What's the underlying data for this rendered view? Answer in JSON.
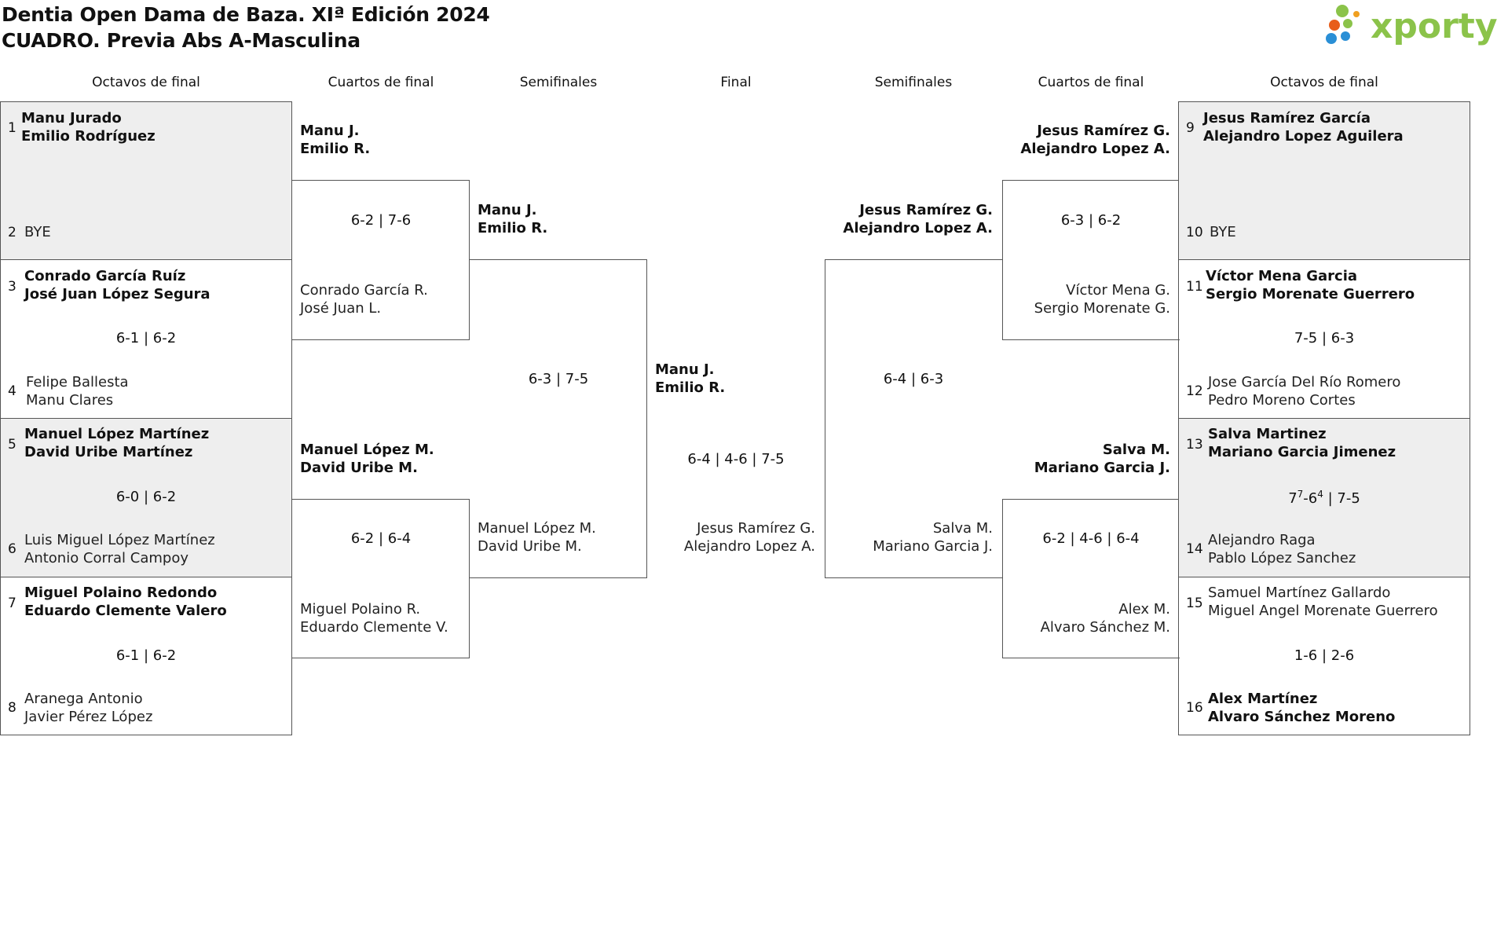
{
  "header": {
    "title_line1": "Dentia Open Dama de Baza. XIª Edición 2024",
    "title_line2": "CUADRO. Previa Abs A-Masculina"
  },
  "logo": {
    "text": "xporty",
    "colors": [
      "#8bc34a",
      "#e85d1a",
      "#2a8fd6",
      "#f0a020"
    ]
  },
  "rounds": {
    "left_r16": "Octavos de final",
    "left_qf": "Cuartos de final",
    "left_sf": "Semifinales",
    "final": "Final",
    "right_sf": "Semifinales",
    "right_qf": "Cuartos de final",
    "right_r16": "Octavos de final"
  },
  "left_r16": [
    {
      "seed": "1",
      "p1": "Manu Jurado",
      "p2": "Emilio Rodríguez"
    },
    {
      "seed": "2",
      "p1": "BYE",
      "p2": ""
    },
    {
      "seed": "3",
      "p1": "Conrado García Ruíz",
      "p2": "José Juan López Segura"
    },
    {
      "seed": "4",
      "p1": "Felipe Ballesta",
      "p2": "Manu Clares"
    },
    {
      "seed": "5",
      "p1": "Manuel López Martínez",
      "p2": "David Uribe Martínez"
    },
    {
      "seed": "6",
      "p1": "Luis Miguel López Martínez",
      "p2": "Antonio Corral Campoy"
    },
    {
      "seed": "7",
      "p1": "Miguel Polaino Redondo",
      "p2": "Eduardo Clemente Valero"
    },
    {
      "seed": "8",
      "p1": "Aranega Antonio",
      "p2": "Javier Pérez López"
    }
  ],
  "left_r16_scores": [
    "6-1 | 6-2",
    "6-0 | 6-2",
    "6-1 | 6-2"
  ],
  "left_qf": [
    {
      "p1": "Manu J.",
      "p2": "Emilio R."
    },
    {
      "p1": "Conrado García R.",
      "p2": "José Juan L."
    },
    {
      "p1": "Manuel López M.",
      "p2": "David Uribe M."
    },
    {
      "p1": "Miguel Polaino R.",
      "p2": "Eduardo Clemente V."
    }
  ],
  "left_qf_scores": [
    "6-2 | 7-6",
    "6-2 | 6-4"
  ],
  "left_sf": [
    {
      "p1": "Manu J.",
      "p2": "Emilio R."
    },
    {
      "p1": "Manuel López M.",
      "p2": "David Uribe M."
    }
  ],
  "left_sf_score": "6-3 | 7-5",
  "final": {
    "p1": "Manu J.",
    "p2": "Emilio R.",
    "score": "6-4 | 4-6 | 7-5",
    "q1": "Jesus Ramírez G.",
    "q2": "Alejandro Lopez A."
  },
  "right_sf": [
    {
      "p1": "Jesus Ramírez G.",
      "p2": "Alejandro Lopez A."
    },
    {
      "p1": "Salva M.",
      "p2": "Mariano Garcia J."
    }
  ],
  "right_sf_score": "6-4 | 6-3",
  "right_qf": [
    {
      "p1": "Jesus Ramírez G.",
      "p2": "Alejandro Lopez A."
    },
    {
      "p1": "Víctor Mena G.",
      "p2": "Sergio Morenate G."
    },
    {
      "p1": "Salva M.",
      "p2": "Mariano Garcia J."
    },
    {
      "p1": "Alex M.",
      "p2": "Alvaro Sánchez M."
    }
  ],
  "right_qf_scores": [
    "6-3 | 6-2",
    "6-2 | 4-6 | 6-4"
  ],
  "right_r16": [
    {
      "seed": "9",
      "p1": "Jesus Ramírez García",
      "p2": "Alejandro Lopez Aguilera"
    },
    {
      "seed": "10",
      "p1": "BYE",
      "p2": ""
    },
    {
      "seed": "11",
      "p1": "Víctor Mena Garcia",
      "p2": "Sergio Morenate Guerrero"
    },
    {
      "seed": "12",
      "p1": "Jose García Del Río Romero",
      "p2": "Pedro Moreno Cortes"
    },
    {
      "seed": "13",
      "p1": "Salva Martinez",
      "p2": "Mariano Garcia Jimenez"
    },
    {
      "seed": "14",
      "p1": "Alejandro Raga",
      "p2": "Pablo López Sanchez"
    },
    {
      "seed": "15",
      "p1": "Samuel Martínez Gallardo",
      "p2": "Miguel Angel Morenate Guerrero"
    },
    {
      "seed": "16",
      "p1": "Alex Martínez",
      "p2": "Alvaro Sánchez Moreno"
    }
  ],
  "right_r16_scores": {
    "m2": "7-5 | 6-3",
    "m3": {
      "a": "7",
      "a_sup": "7",
      "b": "-6",
      "b_sup": "4",
      "c": " | 7-5"
    },
    "m4": "1-6 | 2-6"
  }
}
